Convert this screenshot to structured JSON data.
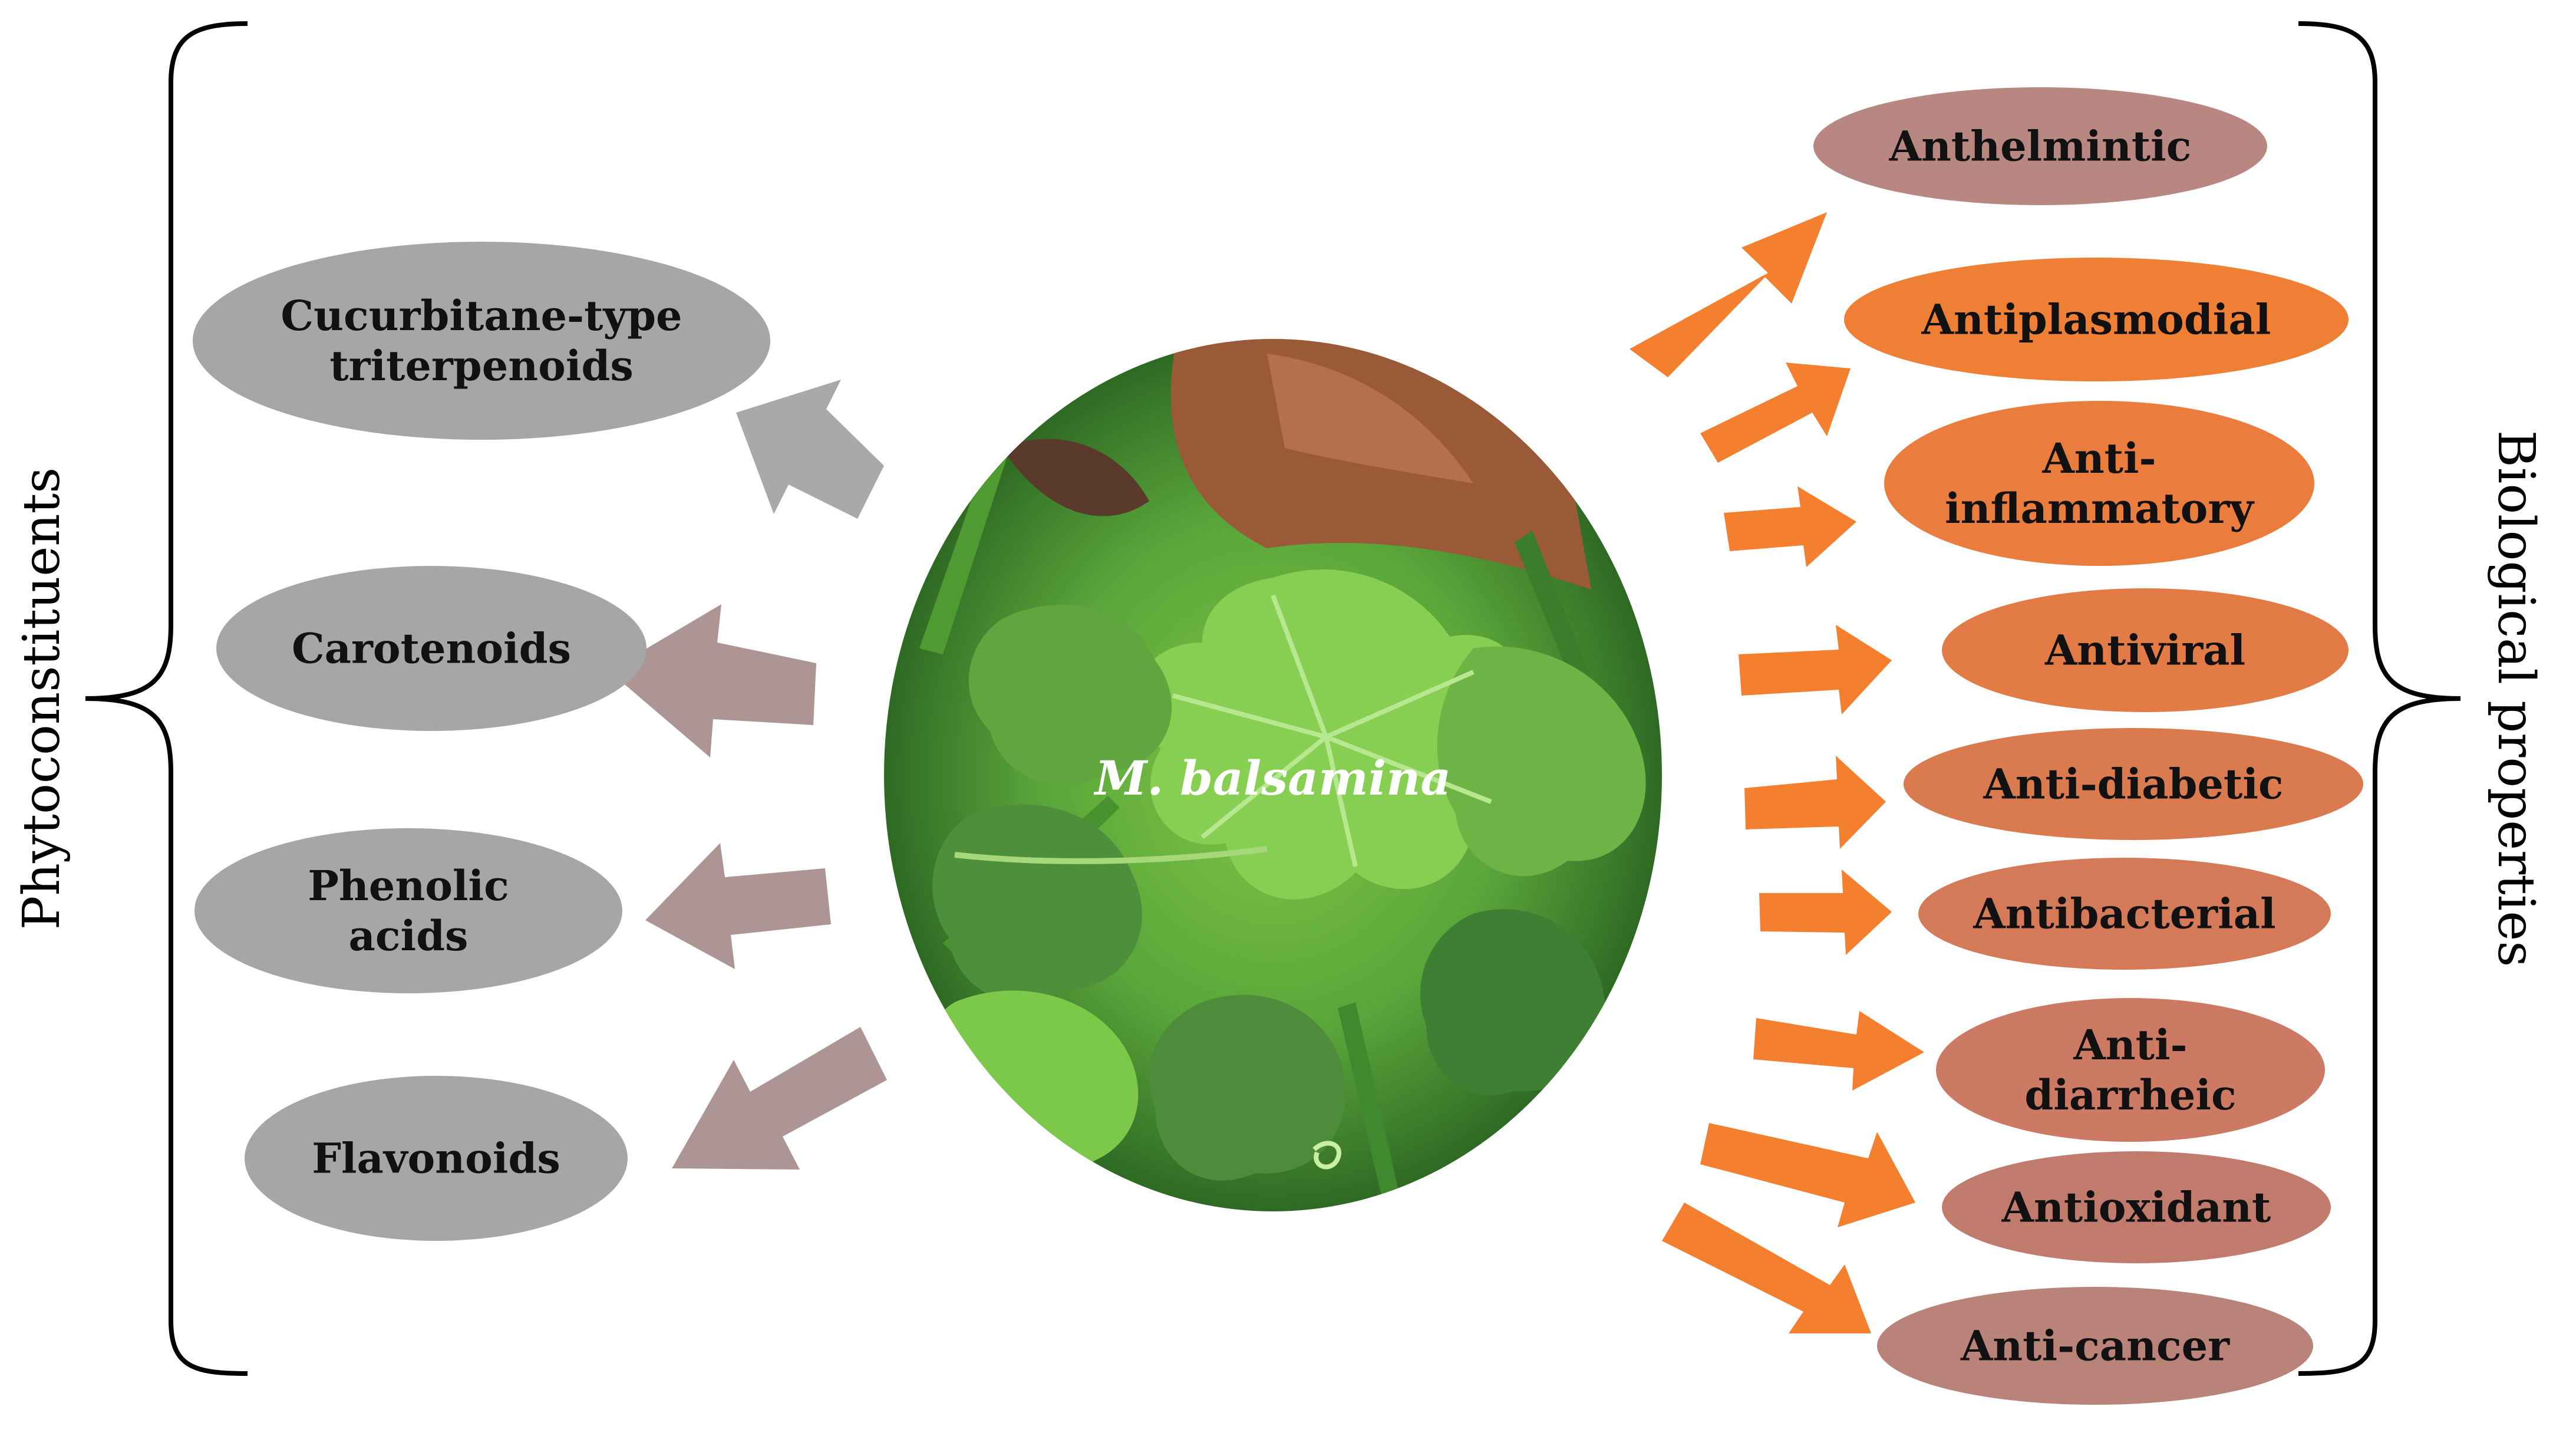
{
  "center_label": "M. balsamina",
  "left_label": "Phytoconstituents",
  "right_label": "Biological properties",
  "phytoconstituents": [
    {
      "lines": [
        "Cucurbitane-type",
        "triterpenoids"
      ]
    },
    {
      "lines": [
        "Carotenoids"
      ]
    },
    {
      "lines": [
        "Phenolic",
        "acids"
      ]
    },
    {
      "lines": [
        "Flavonoids"
      ]
    }
  ],
  "properties": [
    {
      "lines": [
        "Anthelmintic"
      ],
      "color": "#b88781"
    },
    {
      "lines": [
        "Antiplasmodial"
      ],
      "color": "#ee7f34"
    },
    {
      "lines": [
        "Anti-",
        "inflammatory"
      ],
      "color": "#ea7d3d"
    },
    {
      "lines": [
        "Antiviral"
      ],
      "color": "#e27b45"
    },
    {
      "lines": [
        "Anti-diabetic"
      ],
      "color": "#da7a4f"
    },
    {
      "lines": [
        "Antibacterial"
      ],
      "color": "#d47a58"
    },
    {
      "lines": [
        "Anti-",
        "diarrheic"
      ],
      "color": "#cc7a64"
    },
    {
      "lines": [
        "Antioxidant"
      ],
      "color": "#c17b6c"
    },
    {
      "lines": [
        "Anti-cancer"
      ],
      "color": "#b98379"
    }
  ],
  "colors": {
    "phyto_ellipse": "#a6a6a6",
    "gray_arrow": "#a9a9a9",
    "mauve_arrow": "#ad9595",
    "orange_arrow": "#f37f2f",
    "bracket": "#000000"
  },
  "icons": {
    "center": "plant-photo",
    "arrows": "block-arrow"
  }
}
